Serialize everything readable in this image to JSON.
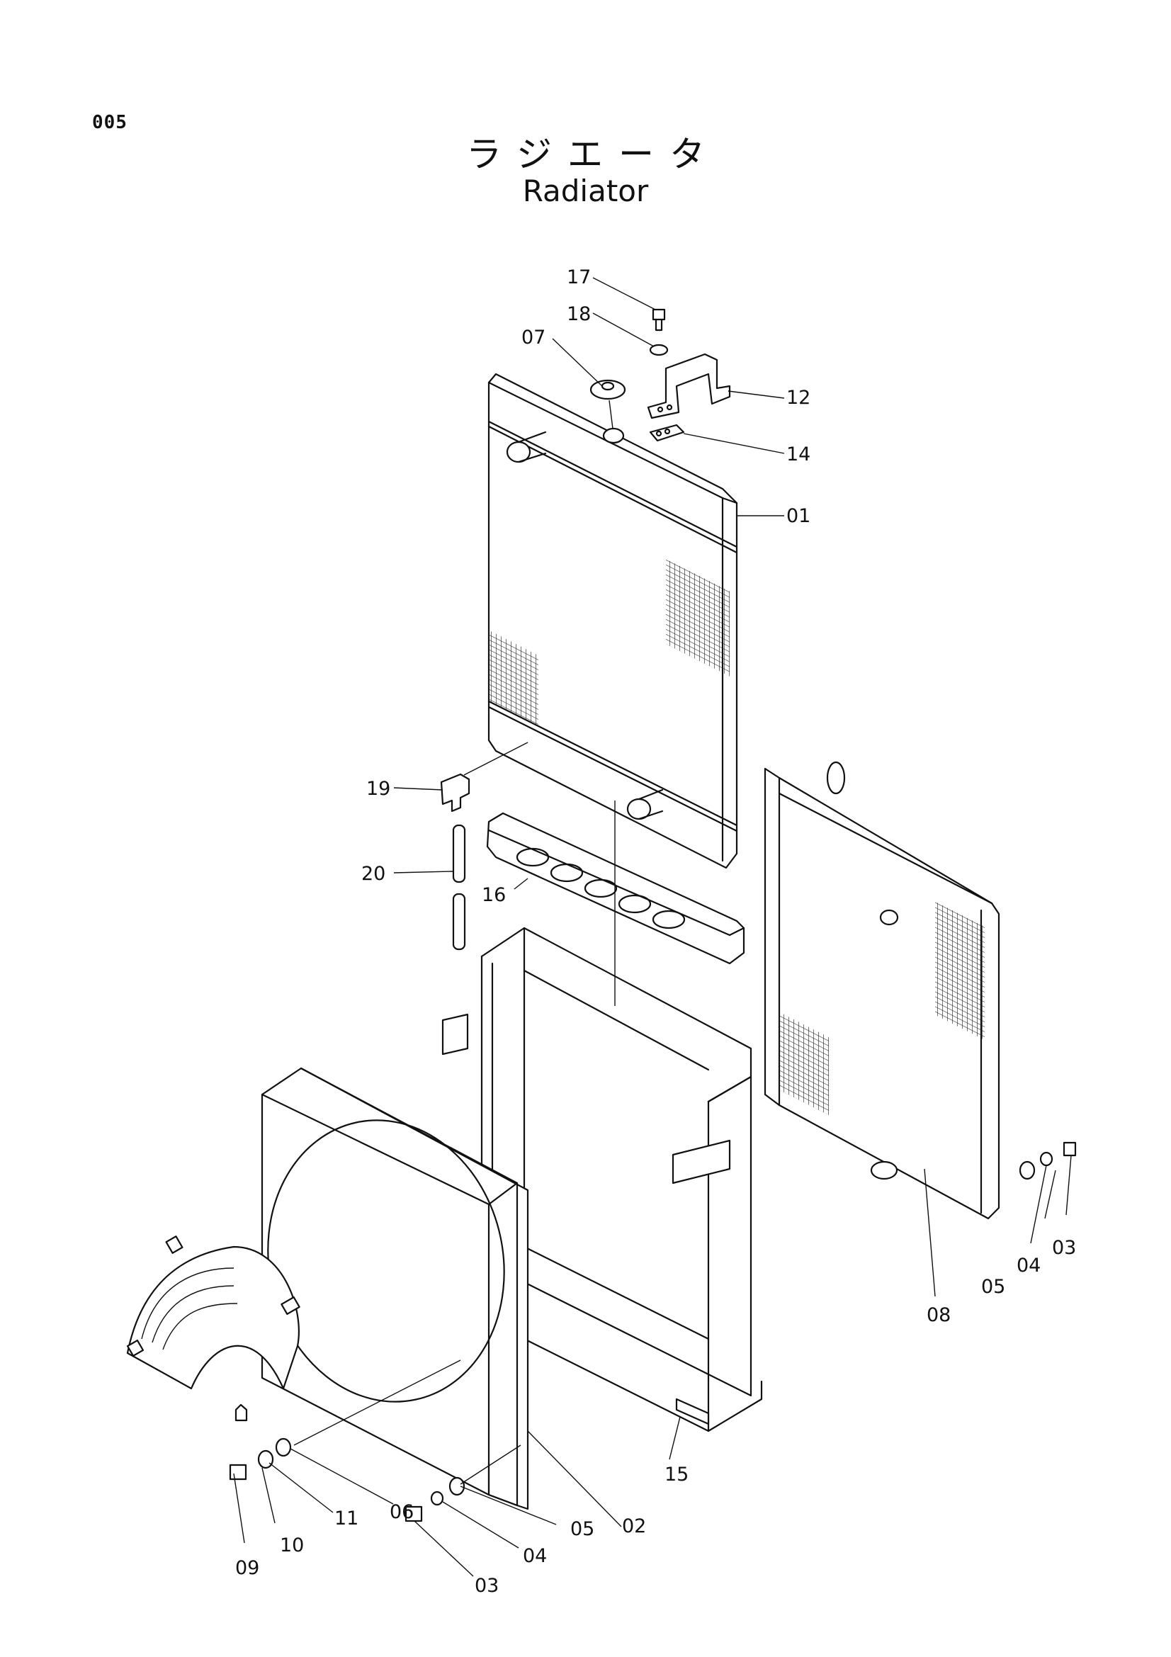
{
  "page": {
    "number": "005"
  },
  "title": {
    "japanese": "ラジエータ",
    "english": "Radiator"
  },
  "callouts": [
    {
      "id": "c17",
      "label": "17"
    },
    {
      "id": "c18",
      "label": "18"
    },
    {
      "id": "c07",
      "label": "07"
    },
    {
      "id": "c12",
      "label": "12"
    },
    {
      "id": "c14",
      "label": "14"
    },
    {
      "id": "c01",
      "label": "01"
    },
    {
      "id": "c19",
      "label": "19"
    },
    {
      "id": "c20",
      "label": "20"
    },
    {
      "id": "c16",
      "label": "16"
    },
    {
      "id": "c03r",
      "label": "03"
    },
    {
      "id": "c04r",
      "label": "04"
    },
    {
      "id": "c05r",
      "label": "05"
    },
    {
      "id": "c08",
      "label": "08"
    },
    {
      "id": "c15",
      "label": "15"
    },
    {
      "id": "c02",
      "label": "02"
    },
    {
      "id": "c06",
      "label": "06"
    },
    {
      "id": "c11",
      "label": "11"
    },
    {
      "id": "c10",
      "label": "10"
    },
    {
      "id": "c09",
      "label": "09"
    },
    {
      "id": "c05b",
      "label": "05"
    },
    {
      "id": "c04b",
      "label": "04"
    },
    {
      "id": "c03b",
      "label": "03"
    }
  ]
}
